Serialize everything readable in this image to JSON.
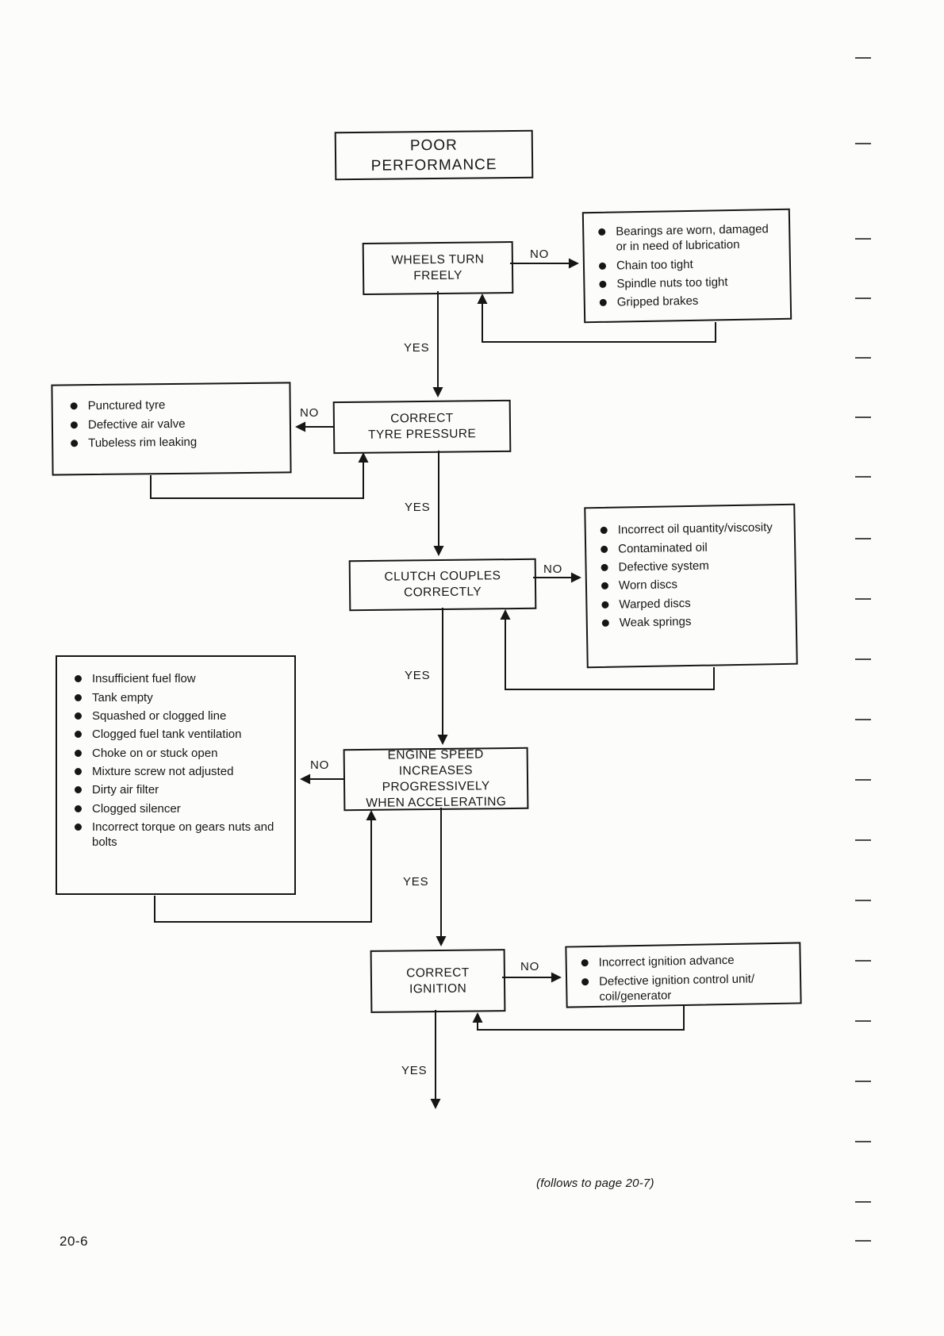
{
  "page": {
    "number": "20-6",
    "footer_note": "(follows to page 20-7)"
  },
  "labels": {
    "yes": "YES",
    "no": "NO"
  },
  "flowchart": {
    "title": "POOR\nPERFORMANCE",
    "nodes": [
      {
        "id": "wheels",
        "label": "WHEELS TURN\nFREELY"
      },
      {
        "id": "tyre",
        "label": "CORRECT\nTYRE PRESSURE"
      },
      {
        "id": "clutch",
        "label": "CLUTCH COUPLES\nCORRECTLY"
      },
      {
        "id": "engine",
        "label": "ENGINE SPEED\nINCREASES PROGRESSIVELY\nWHEN ACCELERATING"
      },
      {
        "id": "ignition",
        "label": "CORRECT\nIGNITION"
      }
    ],
    "causes": {
      "wheels": [
        "Bearings are worn, damaged or in need of lubrication",
        "Chain too tight",
        "Spindle nuts too tight",
        "Gripped brakes"
      ],
      "tyre": [
        "Punctured tyre",
        "Defective air valve",
        "Tubeless rim leaking"
      ],
      "clutch": [
        "Incorrect oil quantity/viscosity",
        "Contaminated oil",
        "Defective system",
        "Worn discs",
        "Warped discs",
        "Weak springs"
      ],
      "engine": [
        "Insufficient fuel flow",
        "Tank empty",
        "Squashed or clogged line",
        "Clogged fuel tank ventilation",
        "Choke on or stuck open",
        "Mixture screw not adjusted",
        "Dirty air filter",
        "Clogged silencer",
        "Incorrect torque on gears nuts and bolts"
      ],
      "ignition": [
        "Incorrect ignition advance",
        "Defective ignition control unit/ coil/generator"
      ]
    }
  },
  "margin_marks": [
    72,
    180,
    300,
    375,
    450,
    525,
    600,
    678,
    754,
    830,
    906,
    982,
    1058,
    1134,
    1210,
    1286,
    1362,
    1438,
    1514,
    1563
  ]
}
